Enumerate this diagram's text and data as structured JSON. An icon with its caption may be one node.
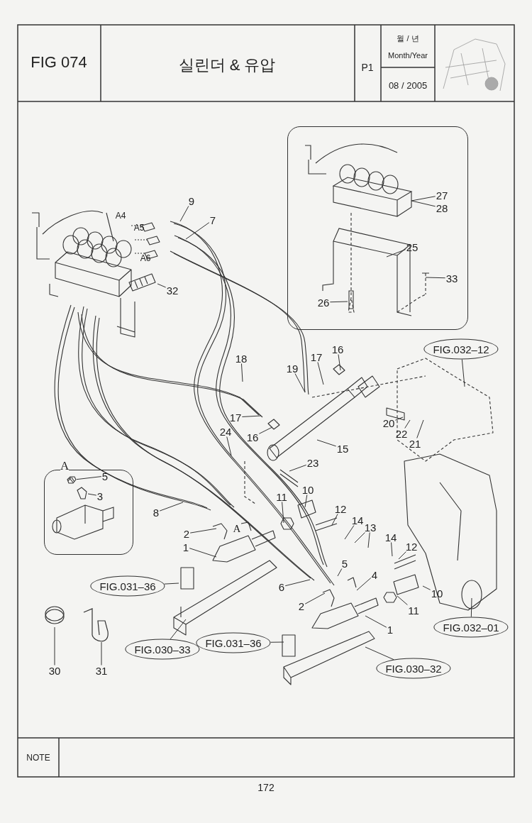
{
  "diagram": {
    "title": "실린더 & 유압",
    "nodes": [
      {
        "text": [],
        "shape": "box"
      },
      {
        "text": [
          "27"
        ],
        "in": 0
      },
      {
        "text": [
          "28"
        ],
        "in": 0
      },
      {
        "text": [
          "25"
        ],
        "in": 0
      },
      {
        "text": [
          "33"
        ],
        "in": 0
      },
      {
        "text": [
          "26"
        ],
        "in": 0
      },
      {
        "text": [
          "A"
        ]
      },
      {
        "text": [
          "5"
        ],
        "in": 6
      },
      {
        "text": [
          "3"
        ],
        "in": 6
      },
      {
        "text": [
          "9"
        ]
      },
      {
        "text": [
          "7"
        ]
      },
      {
        "text": [
          "32"
        ]
      },
      {
        "text": [
          "18"
        ]
      },
      {
        "text": [
          "19"
        ]
      },
      {
        "text": [
          "17"
        ]
      },
      {
        "text": [
          "16"
        ]
      },
      {
        "text": [
          "17"
        ]
      },
      {
        "text": [
          "16"
        ]
      },
      {
        "text": [
          "24"
        ]
      },
      {
        "text": [
          "15"
        ]
      },
      {
        "text": [
          "20"
        ]
      },
      {
        "text": [
          "22"
        ]
      },
      {
        "text": [
          "21"
        ]
      },
      {
        "text": [
          "23"
        ]
      },
      {
        "text": [
          "10"
        ]
      },
      {
        "text": [
          "11"
        ]
      },
      {
        "text": [
          "12"
        ]
      },
      {
        "text": [
          "14"
        ]
      },
      {
        "text": [
          "13"
        ]
      },
      {
        "text": [
          "14"
        ]
      },
      {
        "text": [
          "12"
        ]
      },
      {
        "text": [
          "8"
        ]
      },
      {
        "text": [
          "2"
        ]
      },
      {
        "text": [
          "1"
        ]
      },
      {
        "text": [
          "5"
        ]
      },
      {
        "text": [
          "4"
        ]
      },
      {
        "text": [
          "6"
        ]
      },
      {
        "text": [
          "2"
        ]
      },
      {
        "text": [
          "10"
        ]
      },
      {
        "text": [
          "11"
        ]
      },
      {
        "text": [
          "1"
        ]
      },
      {
        "text": [
          "FIG.032–12"
        ]
      },
      {
        "text": [
          "FIG.031–36"
        ]
      },
      {
        "text": [
          "FIG.030–33"
        ]
      },
      {
        "text": [
          "FIG.031–36"
        ]
      },
      {
        "text": [
          "FIG.030–32"
        ]
      },
      {
        "text": [
          "FIG.032–01"
        ]
      },
      {
        "text": [
          "30"
        ]
      },
      {
        "text": [
          "31"
        ]
      },
      {
        "text": [],
        "shape": "picture",
        "in": 6
      },
      {
        "text": [],
        "shape": "picture",
        "in": 6
      }
    ],
    "edges": [
      {
        "from": 1,
        "to": null,
        "arrow": "none"
      },
      {
        "from": 2,
        "to": null,
        "arrow": "none"
      },
      {
        "from": 3,
        "to": null,
        "arrow": "none"
      },
      {
        "from": 4,
        "to": null,
        "arrow": "none"
      },
      {
        "from": 5,
        "to": null,
        "arrow": "none"
      },
      {
        "from": 7,
        "to": 49,
        "arrow": "none"
      },
      {
        "from": 8,
        "to": 50,
        "arrow": "none"
      },
      {
        "from": 9,
        "to": null,
        "arrow": "none"
      },
      {
        "from": 10,
        "to": null,
        "arrow": "none"
      },
      {
        "from": 11,
        "to": null,
        "arrow": "none"
      },
      {
        "from": 12,
        "to": null,
        "arrow": "none"
      },
      {
        "from": 13,
        "to": null,
        "arrow": "none"
      },
      {
        "from": 14,
        "to": null,
        "arrow": "none"
      },
      {
        "from": 15,
        "to": null,
        "arrow": "none"
      },
      {
        "from": 16,
        "to": null,
        "arrow": "none"
      },
      {
        "from": 17,
        "to": null,
        "arrow": "none"
      },
      {
        "from": 18,
        "to": null,
        "arrow": "none"
      },
      {
        "from": 19,
        "to": null,
        "arrow": "none"
      },
      {
        "from": 20,
        "to": null,
        "arrow": "none"
      },
      {
        "from": 21,
        "to": null,
        "arrow": "none"
      },
      {
        "from": 22,
        "to": null,
        "arrow": "none"
      },
      {
        "from": 23,
        "to": null,
        "arrow": "none"
      },
      {
        "from": 24,
        "to": null,
        "arrow": "none"
      },
      {
        "from": 25,
        "to": null,
        "arrow": "none"
      },
      {
        "from": 26,
        "to": null,
        "arrow": "none"
      },
      {
        "from": 27,
        "to": null,
        "arrow": "none"
      },
      {
        "from": 28,
        "to": null,
        "arrow": "none"
      },
      {
        "from": 28,
        "to": null,
        "arrow": "none"
      },
      {
        "from": 29,
        "to": null,
        "arrow": "none"
      },
      {
        "from": 30,
        "to": null,
        "arrow": "none"
      },
      {
        "from": 31,
        "to": null,
        "arrow": "none"
      },
      {
        "from": 32,
        "to": null,
        "arrow": "none"
      },
      {
        "from": 33,
        "to": null,
        "arrow": "none"
      },
      {
        "from": 34,
        "to": null,
        "arrow": "none"
      },
      {
        "from": 35,
        "to": null,
        "arrow": "none"
      },
      {
        "from": 36,
        "to": null,
        "arrow": "none"
      },
      {
        "from": 37,
        "to": null,
        "arrow": "none"
      },
      {
        "from": 38,
        "to": null,
        "arrow": "none"
      },
      {
        "from": 39,
        "to": null,
        "arrow": "none"
      },
      {
        "from": 40,
        "to": null,
        "arrow": "none"
      },
      {
        "from": 41,
        "to": null,
        "arrow": "none"
      },
      {
        "from": 42,
        "to": null,
        "arrow": "none"
      },
      {
        "from": 43,
        "to": null,
        "arrow": "none"
      },
      {
        "from": 44,
        "to": null,
        "arrow": "none"
      },
      {
        "from": 45,
        "to": null,
        "arrow": "none"
      },
      {
        "from": 46,
        "to": null,
        "arrow": "none"
      },
      {
        "from": 47,
        "to": null,
        "arrow": "none"
      },
      {
        "from": 48,
        "to": null,
        "arrow": "none"
      }
    ],
    "labels": [
      "FIG 074",
      "P1",
      "월 / 년",
      "Month/Year",
      "08 / 2005",
      "A4",
      "A5",
      "A6",
      "A",
      "NOTE",
      "172"
    ]
  }
}
